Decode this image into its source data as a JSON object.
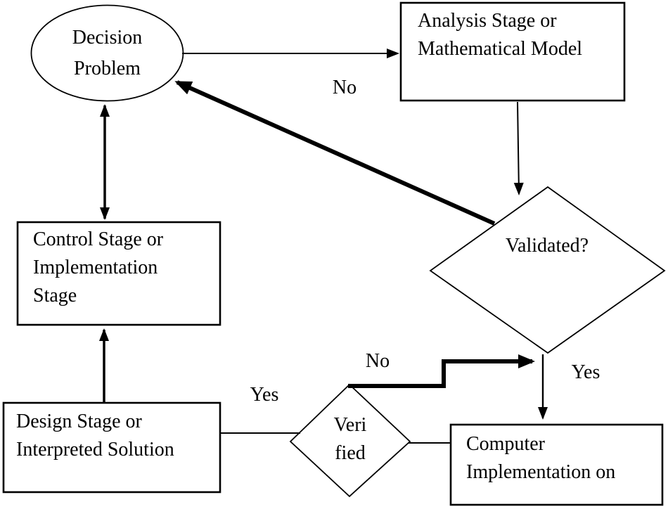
{
  "diagram": {
    "type": "flowchart",
    "colors": {
      "background": "#ffffff",
      "line": "#000000",
      "text": "#000000"
    },
    "nodes": {
      "decision_problem": {
        "shape": "ellipse",
        "lines": [
          "Decision",
          "Problem"
        ]
      },
      "analysis_stage": {
        "shape": "rectangle",
        "lines": [
          "Analysis Stage or",
          "Mathematical Model"
        ]
      },
      "validated": {
        "shape": "diamond",
        "lines": [
          "Validated?"
        ]
      },
      "control_stage": {
        "shape": "rectangle",
        "lines": [
          "Control Stage or",
          "Implementation",
          "Stage"
        ]
      },
      "design_stage": {
        "shape": "rectangle",
        "lines": [
          "Design Stage or",
          "Interpreted Solution"
        ]
      },
      "verified": {
        "shape": "diamond",
        "lines": [
          "Veri",
          "fied"
        ]
      },
      "computer_implementation": {
        "shape": "rectangle",
        "lines": [
          "Computer",
          "Implementation on"
        ]
      }
    },
    "edge_labels": {
      "no_top": "No",
      "yes_validated": "Yes",
      "no_verified": "No",
      "yes_design": "Yes"
    },
    "edges": [
      {
        "from": "decision_problem",
        "to": "analysis_stage",
        "style": "thin",
        "arrow": "end"
      },
      {
        "from": "analysis_stage",
        "to": "validated",
        "style": "thin",
        "arrow": "end"
      },
      {
        "from": "validated",
        "to": "decision_problem",
        "style": "thick",
        "arrow": "end",
        "label": "No"
      },
      {
        "from": "decision_problem",
        "to": "control_stage",
        "style": "medium",
        "arrow": "both"
      },
      {
        "from": "design_stage",
        "to": "control_stage",
        "style": "medium",
        "arrow": "end"
      },
      {
        "from": "design_stage",
        "to": "verified",
        "style": "thin",
        "arrow": "none",
        "label": "Yes"
      },
      {
        "from": "verified",
        "to": "computer_implementation",
        "style": "thin",
        "arrow": "none"
      },
      {
        "from": "verified",
        "to": "validated_computer_line",
        "style": "thick",
        "arrow": "end",
        "label": "No"
      },
      {
        "from": "validated",
        "to": "computer_implementation",
        "style": "thin",
        "arrow": "end",
        "label": "Yes"
      }
    ]
  }
}
